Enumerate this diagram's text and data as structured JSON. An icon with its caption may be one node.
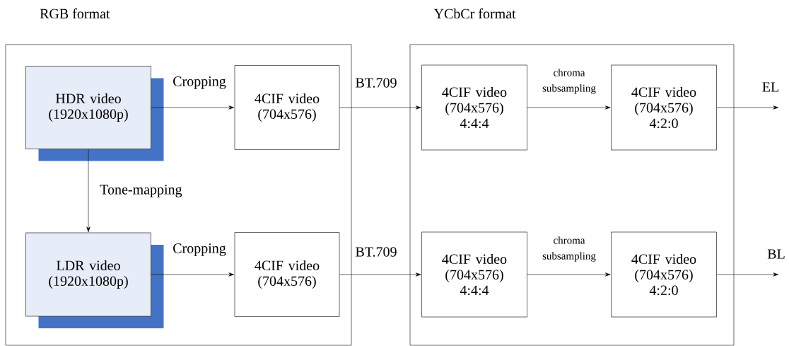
{
  "diagram": {
    "nodes": [
      {
        "text": [
          "RGB format"
        ]
      },
      {
        "text": [
          "HDR video (1920x1080p)"
        ],
        "in": 0
      },
      {
        "text": [
          "4CIF video (704x576)"
        ],
        "in": 0
      },
      {
        "text": [
          "LDR video (1920x1080p)"
        ],
        "in": 0
      },
      {
        "text": [
          "4CIF video (704x576)"
        ],
        "in": 0
      },
      {
        "text": [
          "YCbCr format"
        ]
      },
      {
        "text": [
          "4CIF video (704x576) 4:4:4"
        ],
        "in": 5
      },
      {
        "text": [
          "4CIF video (704x576) 4:2:0"
        ],
        "in": 5
      },
      {
        "text": [
          "4CIF video (704x576) 4:4:4"
        ],
        "in": 5
      },
      {
        "text": [
          "4CIF video (704x576) 4:2:0"
        ],
        "in": 5
      }
    ],
    "edges": [
      {
        "from": 1,
        "to": 2,
        "arrow": "to",
        "label": "Cropping"
      },
      {
        "from": 1,
        "to": 3,
        "arrow": "to",
        "label": "Tone-mapping"
      },
      {
        "from": 3,
        "to": 4,
        "arrow": "to",
        "label": "Cropping"
      },
      {
        "from": 2,
        "to": 6,
        "arrow": "to",
        "label": "BT.709"
      },
      {
        "from": 4,
        "to": 8,
        "arrow": "to",
        "label": "BT.709"
      },
      {
        "from": 6,
        "to": 7,
        "arrow": "to",
        "label": "chroma subsampling"
      },
      {
        "from": 8,
        "to": 9,
        "arrow": "to",
        "label": "chroma subsampling"
      },
      {
        "from": 7,
        "to": null,
        "arrow": "to",
        "label": "EL"
      },
      {
        "from": 9,
        "to": null,
        "arrow": "to",
        "label": "BL"
      }
    ]
  }
}
